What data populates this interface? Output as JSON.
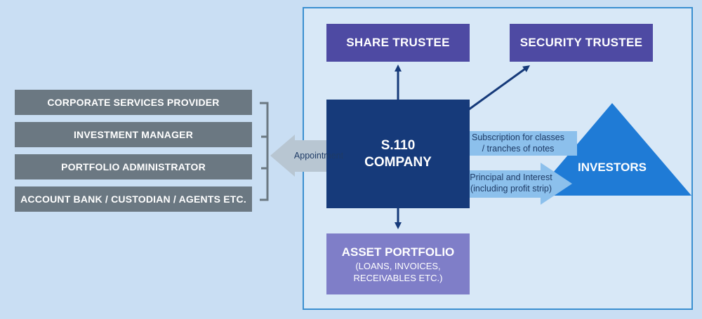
{
  "trustees": {
    "share": "SHARE TRUSTEE",
    "security": "SECURITY TRUSTEE"
  },
  "company": {
    "line1": "S.110",
    "line2": "COMPANY"
  },
  "asset_portfolio": {
    "title": "ASSET PORTFOLIO",
    "line1": "(LOANS, INVOICES,",
    "line2": "RECEIVABLES ETC.)"
  },
  "investors": "INVESTORS",
  "flows": {
    "subscription_line1": "Subscription for classes",
    "subscription_line2": "/ tranches of notes",
    "principal_line1": "Principal and Interest",
    "principal_line2": "(including profit strip)",
    "appointment": "Appointment"
  },
  "service_providers": [
    "CORPORATE SERVICES PROVIDER",
    "INVESTMENT MANAGER",
    "PORTFOLIO ADMINISTRATOR",
    "ACCOUNT BANK / CUSTODIAN / AGENTS ETC."
  ],
  "colors": {
    "background": "#c9def3",
    "trustee": "#4e4aa3",
    "company": "#163a7a",
    "asset": "#7f7ec8",
    "investors": "#1f7bd6",
    "flow_arrow": "#8cc0ec",
    "provider": "#6b7882",
    "appointment_arrow": "#b8c6d2"
  }
}
